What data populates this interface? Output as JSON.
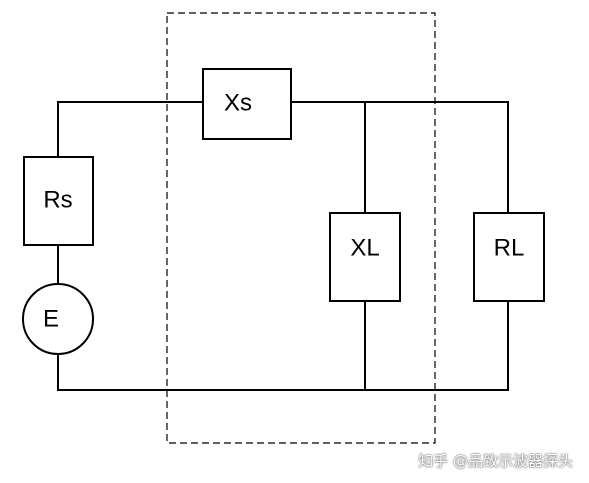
{
  "circuit": {
    "source_label": "E",
    "source_resistance_label": "Rs",
    "source_reactance_label": "Xs",
    "load_reactance_label": "XL",
    "load_resistance_label": "RL"
  },
  "watermark": {
    "text": "知乎 @品致示波器探头"
  }
}
